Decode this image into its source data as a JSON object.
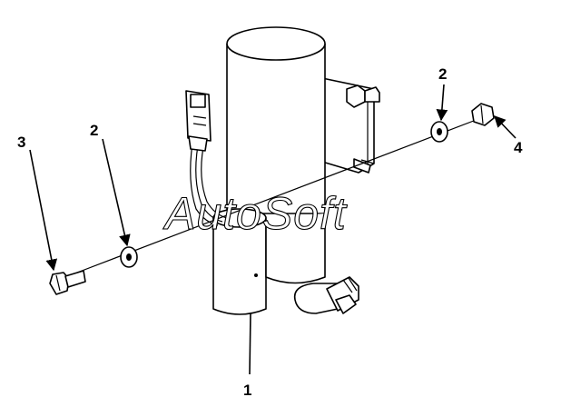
{
  "watermark": "AutoSoft",
  "callouts": [
    {
      "id": "part-1",
      "text": "1"
    },
    {
      "id": "part-2-left",
      "text": "2"
    },
    {
      "id": "part-2-right",
      "text": "2"
    },
    {
      "id": "part-3",
      "text": "3"
    },
    {
      "id": "part-4",
      "text": "4"
    }
  ],
  "icons": {
    "fuel-pump": "cylinder-drawing",
    "bolt": "hex-bolt-drawing",
    "washer": "flat-washer-drawing",
    "nut": "hex-nut-drawing",
    "connector": "electrical-connector-drawing"
  }
}
